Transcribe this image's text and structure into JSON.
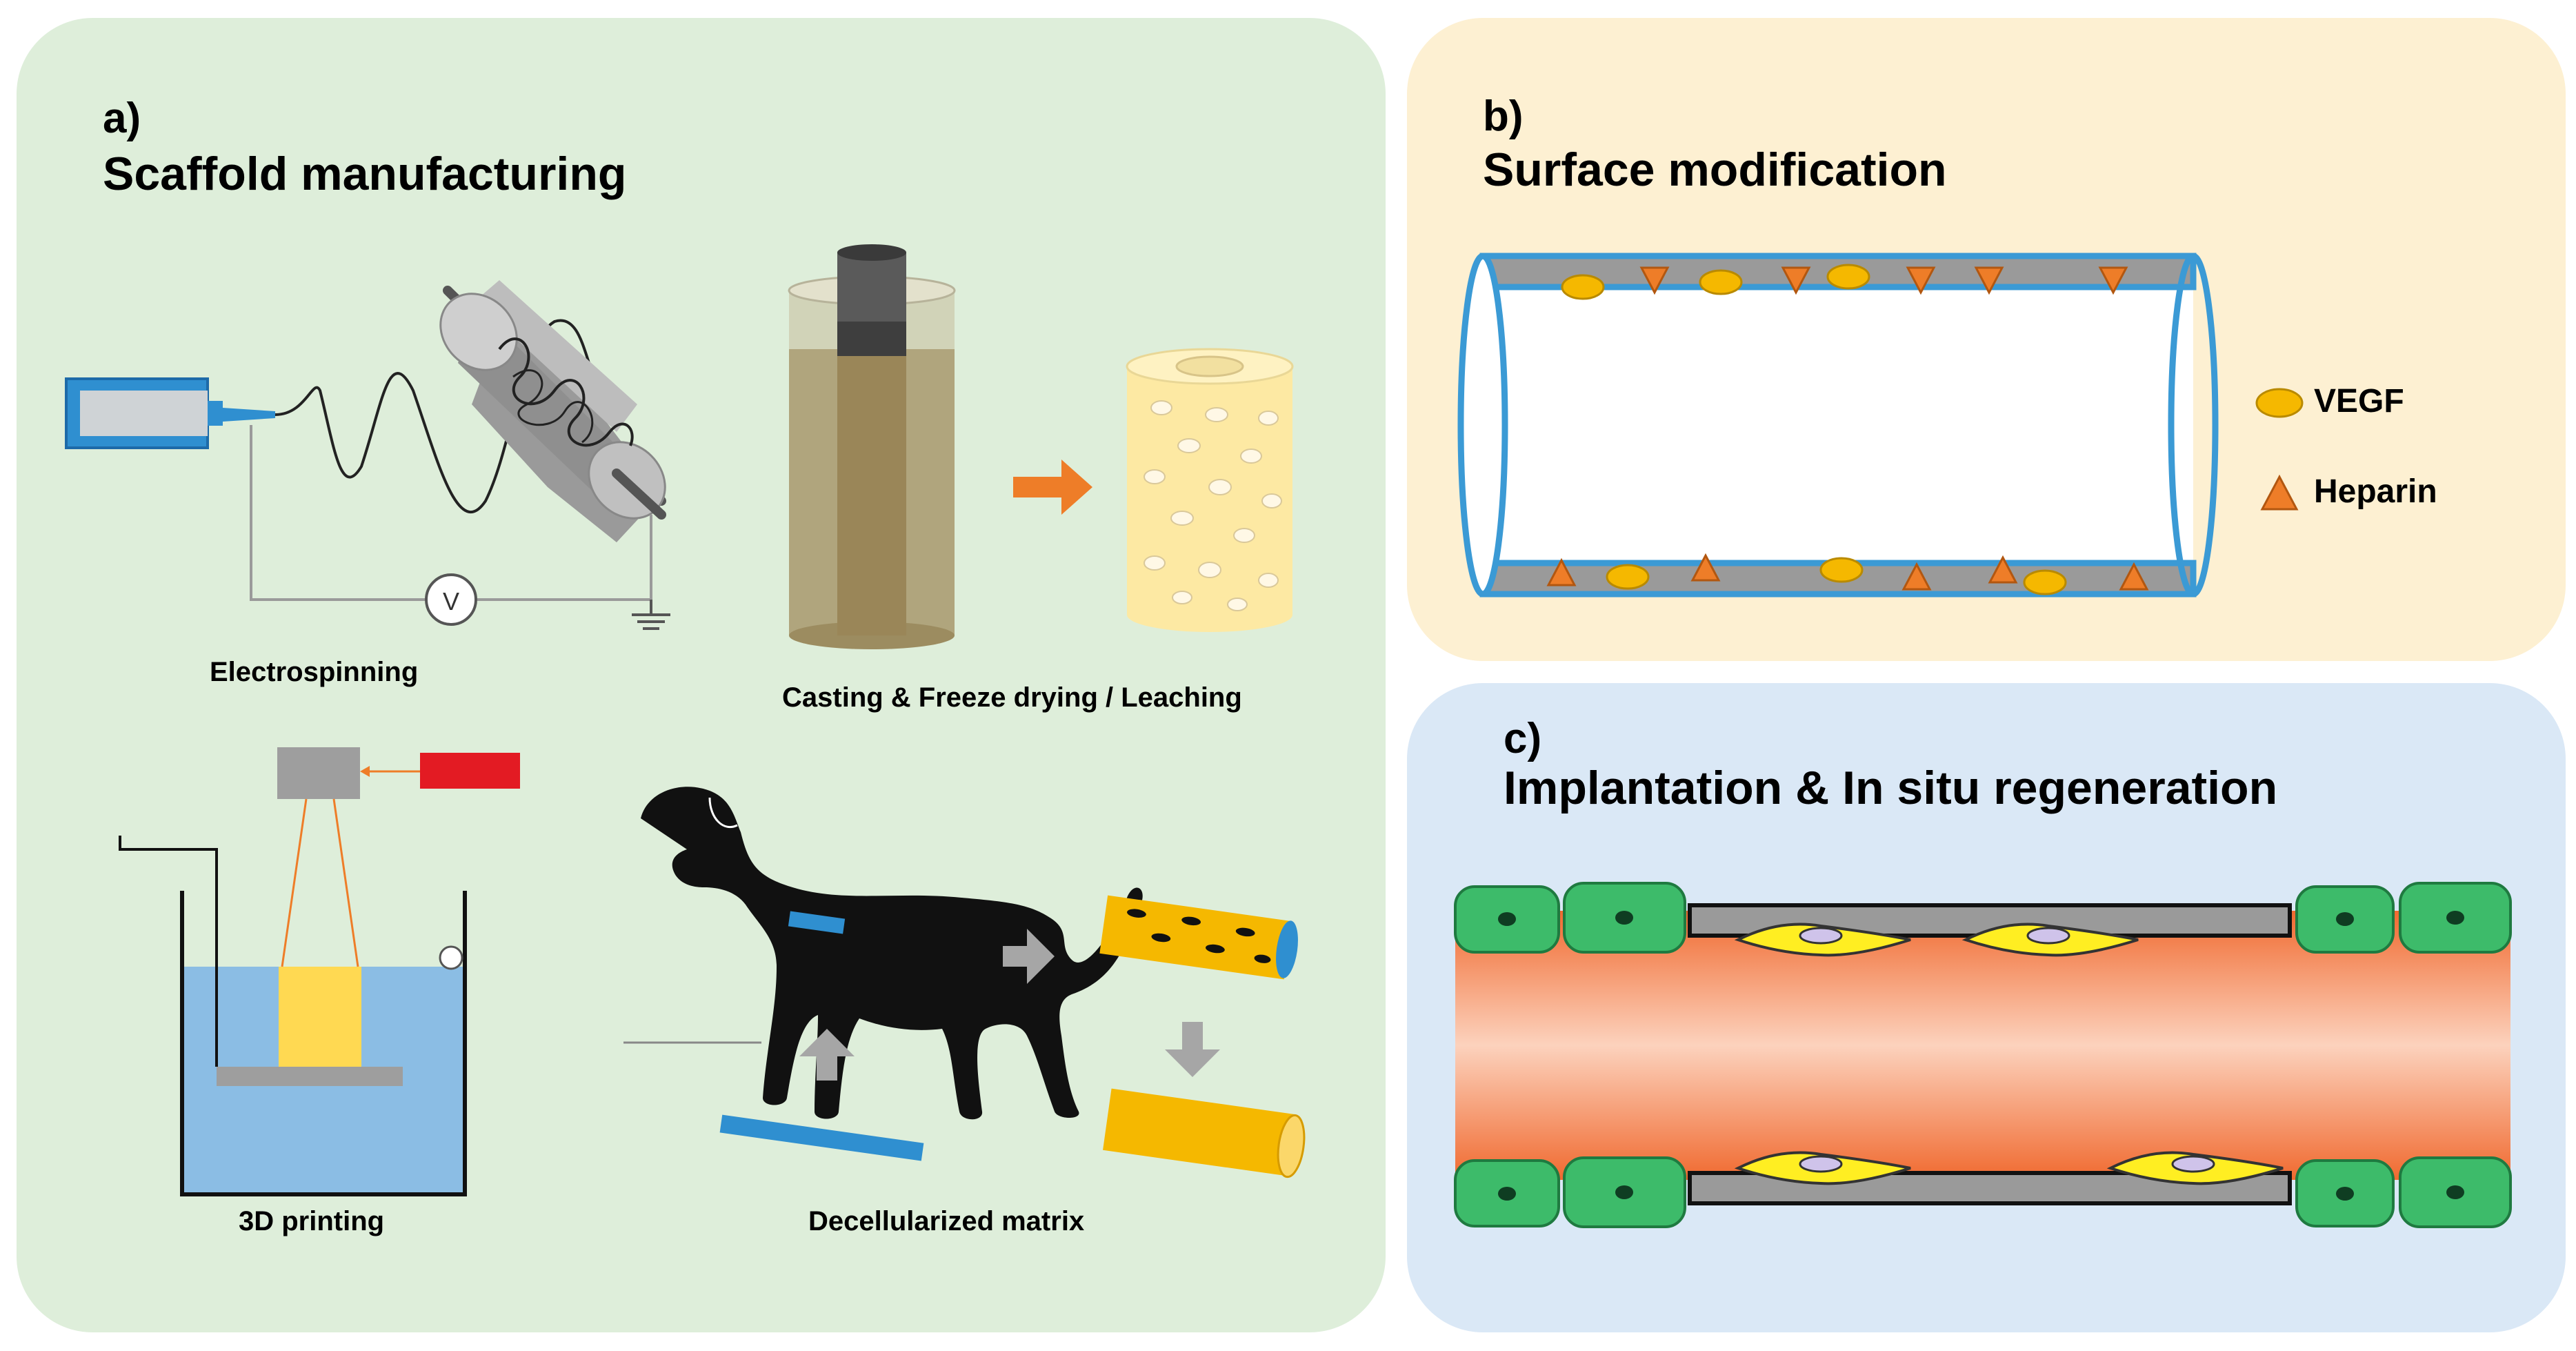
{
  "panel_a": {
    "tag": "a)",
    "title": "Scaffold manufacturing",
    "captions": {
      "electrospinning": "Electrospinning",
      "casting": "Casting & Freeze drying / Leaching",
      "printing": "3D printing",
      "decellularized": "Decellularized matrix"
    },
    "voltmeter_symbol": "V"
  },
  "panel_b": {
    "tag": "b)",
    "title": "Surface modification",
    "legend": [
      {
        "label": "VEGF",
        "shape": "ellipse",
        "color": "#f5b800"
      },
      {
        "label": "Heparin",
        "shape": "triangle",
        "color": "#ee7d28"
      }
    ]
  },
  "panel_c": {
    "tag": "c)",
    "title": "Implantation & In situ regeneration"
  },
  "colors": {
    "panel_a_bg": "#deeeda",
    "panel_b_bg": "#fdf0d2",
    "panel_c_bg": "#dae8f6",
    "vessel_blue": "#3b9ad5",
    "vegf": "#f5b800",
    "heparin": "#ee7d28",
    "endothelial_cell": "#3dbb6a",
    "smooth_muscle_cell": "#ffee22"
  }
}
